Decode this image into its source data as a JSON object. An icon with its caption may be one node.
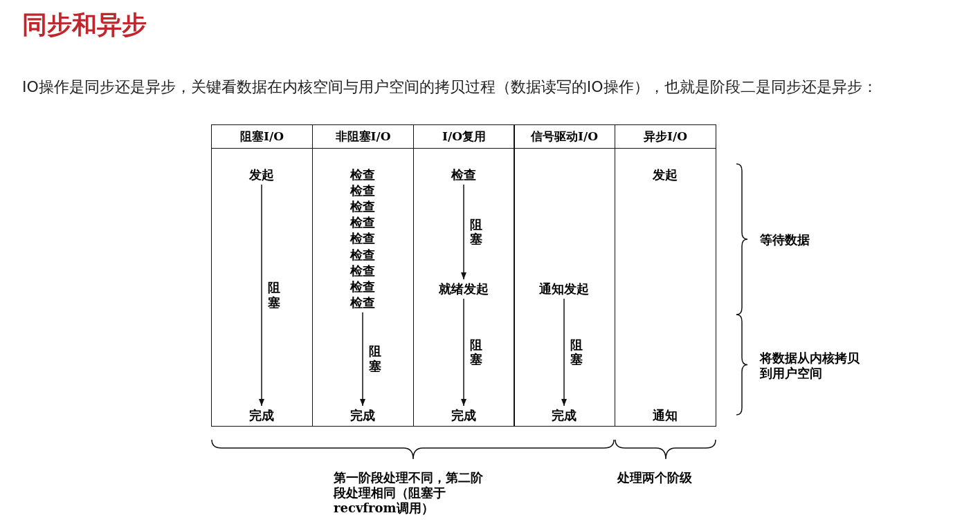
{
  "diagram": {
    "title": "同步和异步",
    "nodes": [
      {
        "text": [
          "阻塞I/O"
        ]
      },
      {
        "text": [
          "发起"
        ],
        "in": 0
      },
      {
        "text": [
          "完成"
        ],
        "in": 0
      },
      {
        "text": [
          "非阻塞I/O"
        ]
      },
      {
        "text": [
          "检查"
        ],
        "in": 3
      },
      {
        "text": [
          "检查"
        ],
        "in": 3
      },
      {
        "text": [
          "检查"
        ],
        "in": 3
      },
      {
        "text": [
          "检查"
        ],
        "in": 3
      },
      {
        "text": [
          "检查"
        ],
        "in": 3
      },
      {
        "text": [
          "检查"
        ],
        "in": 3
      },
      {
        "text": [
          "检查"
        ],
        "in": 3
      },
      {
        "text": [
          "检查"
        ],
        "in": 3
      },
      {
        "text": [
          "检查"
        ],
        "in": 3
      },
      {
        "text": [
          "完成"
        ],
        "in": 3
      },
      {
        "text": [
          "I/O复用"
        ]
      },
      {
        "text": [
          "检查"
        ],
        "in": 14
      },
      {
        "text": [
          "就绪发起"
        ],
        "in": 14
      },
      {
        "text": [
          "完成"
        ],
        "in": 14
      },
      {
        "text": [
          "信号驱动I/O"
        ]
      },
      {
        "text": [
          "通知发起"
        ],
        "in": 18
      },
      {
        "text": [
          "完成"
        ],
        "in": 18
      },
      {
        "text": [
          "异步I/O"
        ]
      },
      {
        "text": [
          "发起"
        ],
        "in": 21
      },
      {
        "text": [
          "通知"
        ],
        "in": 21
      }
    ],
    "edges": [
      {
        "from": 1,
        "to": 2,
        "arrow": "to",
        "label": "阻塞"
      },
      {
        "from": 12,
        "to": 13,
        "arrow": "to",
        "label": "阻塞"
      },
      {
        "from": 15,
        "to": 16,
        "arrow": "to",
        "label": "阻塞"
      },
      {
        "from": 16,
        "to": 17,
        "arrow": "to",
        "label": "阻塞"
      },
      {
        "from": 19,
        "to": 20,
        "arrow": "to",
        "label": "阻塞"
      }
    ],
    "labels": [
      "IO操作是同步还是异步，关键看数据在内核空间与用户空间的拷贝过程（数据读写的IO操作），也就是阶段二是同步还是异步：",
      "等待数据",
      "将数据从内核拷贝到用户空间",
      "第一阶段处理不同，第二阶段处理相同（阻塞于recvfrom调用）",
      "处理两个阶级"
    ]
  }
}
